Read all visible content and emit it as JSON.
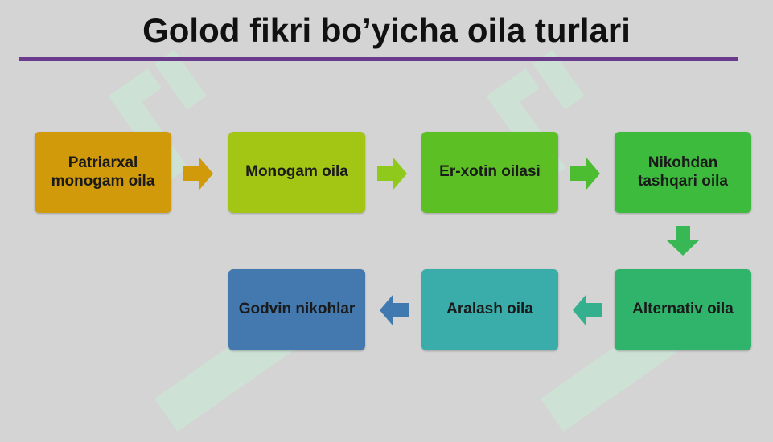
{
  "title": "Golod fikri bo’yicha oila turlari",
  "colors": {
    "rule": "#6a3a8c",
    "box1": "#d19a0a",
    "box2": "#a3c614",
    "box3": "#5cbf24",
    "box4": "#3dbb3d",
    "box5": "#30b46c",
    "box6": "#3aadaa",
    "box7": "#4479b0"
  },
  "steps": [
    {
      "label": "Patriarxal monogam oila"
    },
    {
      "label": "Monogam oila"
    },
    {
      "label": "Er-xotin oilasi"
    },
    {
      "label": "Nikohdan tashqari oila"
    },
    {
      "label": "Alternativ oila"
    },
    {
      "label": "Aralash oila"
    },
    {
      "label": "Godvin nikohlar"
    }
  ]
}
